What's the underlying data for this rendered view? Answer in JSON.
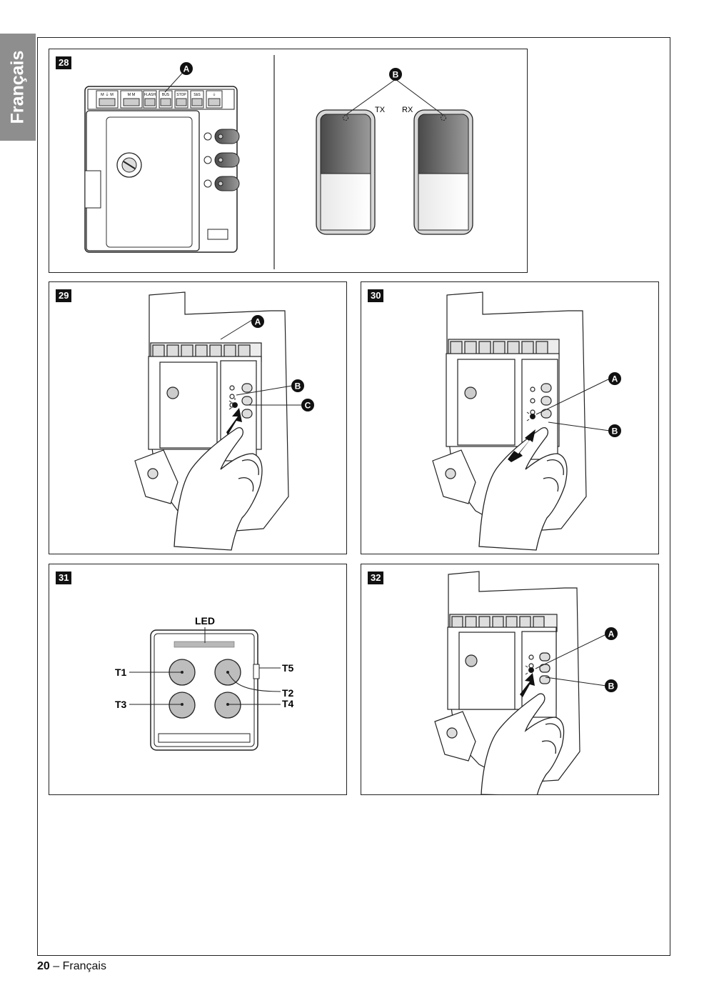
{
  "side_tab": {
    "label": "Français"
  },
  "figures": {
    "f28": {
      "number": "28",
      "callouts": {
        "a": "A",
        "b": "B"
      },
      "terminals": [
        "M ⏚ M",
        "M M",
        "FLASH",
        "BUS",
        "STOP",
        "SbS",
        "⏚"
      ],
      "photocell_labels": {
        "tx": "TX",
        "rx": "RX"
      }
    },
    "f29": {
      "number": "29",
      "callouts": {
        "a": "A",
        "b": "B",
        "c": "C"
      }
    },
    "f30": {
      "number": "30",
      "callouts": {
        "a": "A",
        "b": "B"
      }
    },
    "f31": {
      "number": "31",
      "labels": {
        "led": "LED",
        "t1": "T1",
        "t2": "T2",
        "t3": "T3",
        "t4": "T4",
        "t5": "T5"
      }
    },
    "f32": {
      "number": "32",
      "callouts": {
        "a": "A",
        "b": "B"
      }
    }
  },
  "footer": {
    "page_number": "20",
    "separator": "–",
    "language": "Français"
  }
}
